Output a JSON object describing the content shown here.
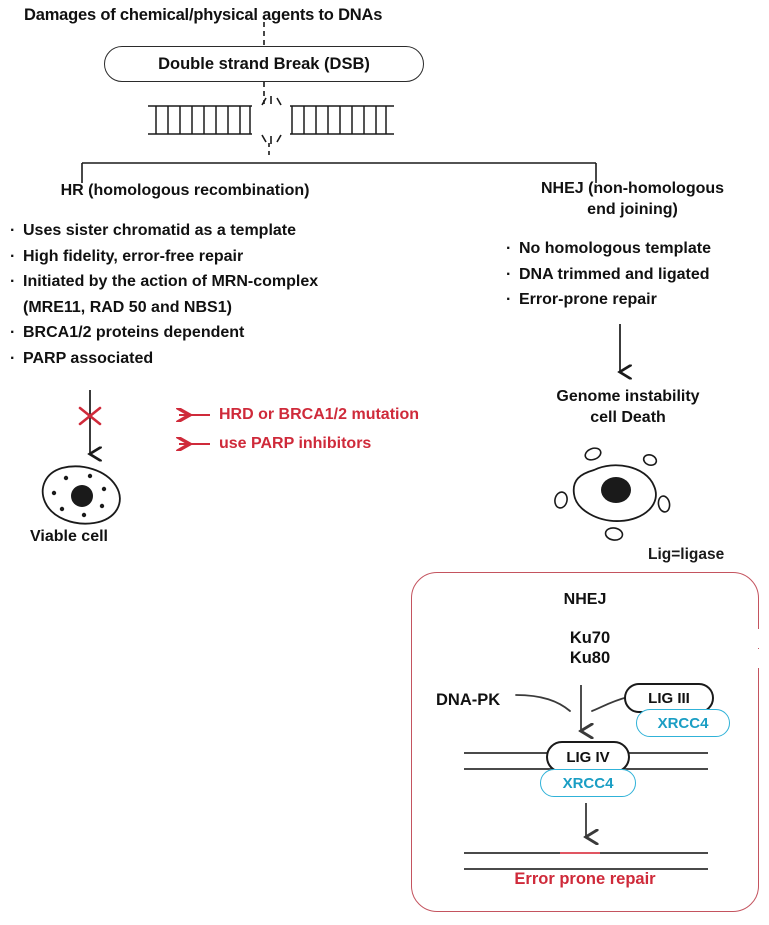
{
  "title": "Damages of chemical/physical agents to DNAs",
  "dsb_box": {
    "label": "Double strand Break (DSB)"
  },
  "branches": {
    "hr": {
      "heading": "HR (homologous recombination)",
      "bullets": [
        "Uses sister chromatid as a template",
        "High fidelity, error-free repair",
        "Initiated by the action of MRN-complex",
        "(MRE11, RAD 50 and NBS1)",
        "BRCA1/2 proteins dependent",
        "PARP associated"
      ],
      "bullet_marks": [
        "dot",
        "dot",
        "dot",
        "none",
        "dot",
        "dot"
      ],
      "annotations": [
        "HRD or BRCA1/2 mutation",
        "use PARP inhibitors"
      ],
      "outcome_label": "Viable cell"
    },
    "nhej": {
      "heading_line1": "NHEJ (non-homologous",
      "heading_line2": "end joining)",
      "bullets": [
        "No homologous template",
        "DNA trimmed and ligated",
        "Error-prone repair"
      ],
      "outcome_line1": "Genome instability",
      "outcome_line2": "cell Death"
    }
  },
  "legend": {
    "lig_ligase": "Lig=ligase"
  },
  "nhej_detail": {
    "title": "NHEJ",
    "ku70": "Ku70",
    "ku80": "Ku80",
    "dna_pk": "DNA-PK",
    "lig3": "LIG III",
    "xrcc4_top": "XRCC4",
    "lig4": "LIG IV",
    "xrcc4_bottom": "XRCC4",
    "error_label": "Error prone repair"
  },
  "colors": {
    "red": "#cf2a3a",
    "box_border": "#c4545f",
    "cyan": "#1a9ec4",
    "cyan_border": "#30b2d8",
    "ink": "#1a1a1a",
    "strand": "#4a4a4a"
  }
}
